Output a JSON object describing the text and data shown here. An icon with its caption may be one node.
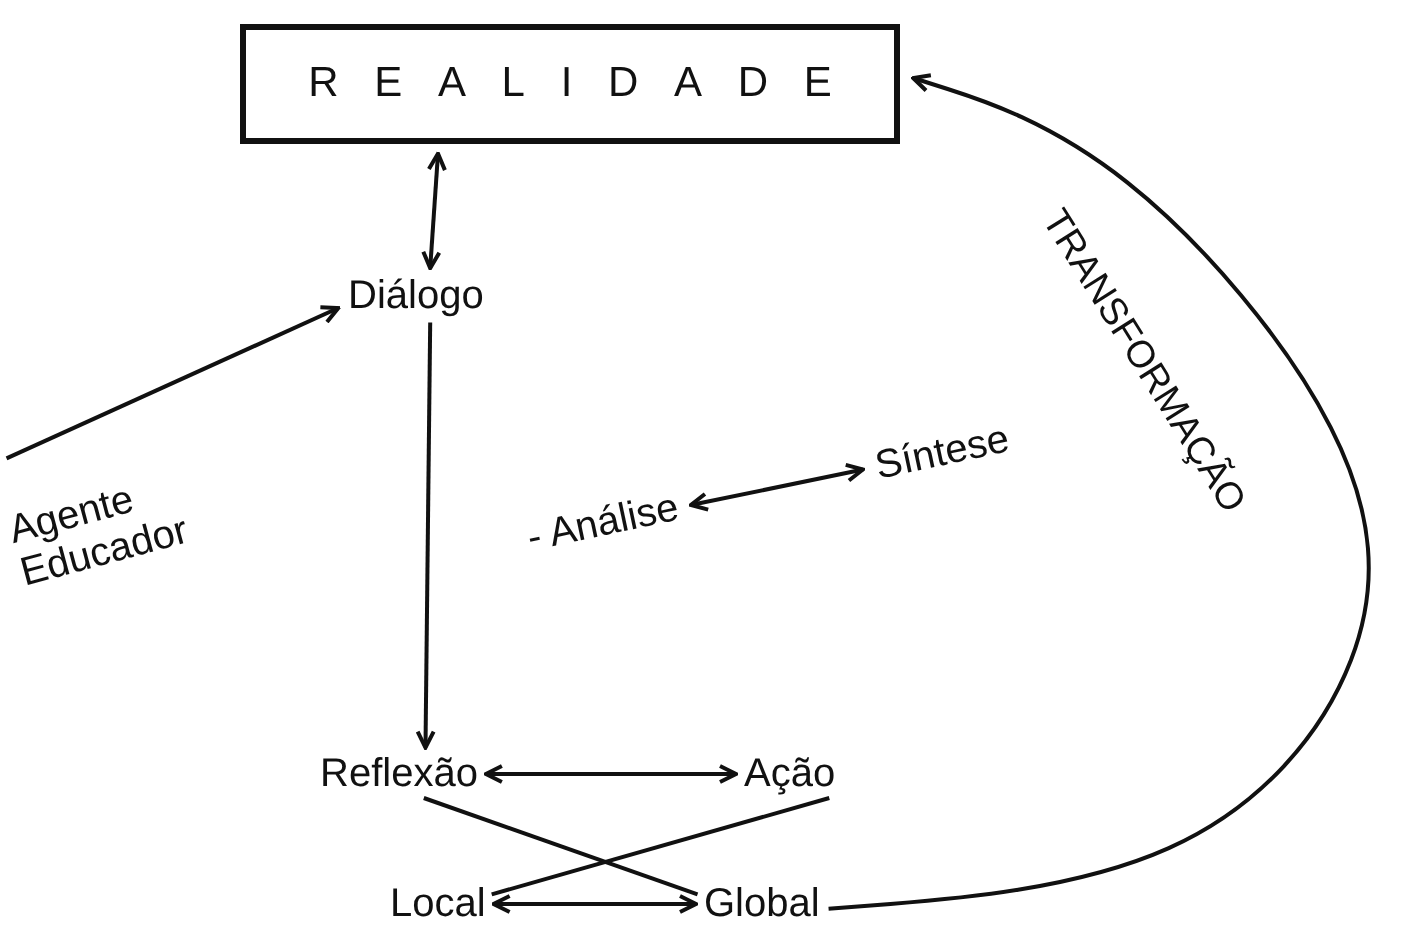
{
  "diagram": {
    "nodes": [
      {
        "text": [
          "REALIDADE"
        ]
      },
      {
        "text": [
          "Diálogo"
        ]
      },
      {
        "text": [
          "Agente Educador"
        ]
      },
      {
        "text": [
          "- Análise"
        ]
      },
      {
        "text": [
          "Síntese"
        ]
      },
      {
        "text": [
          "Reflexão"
        ]
      },
      {
        "text": [
          "Ação"
        ]
      },
      {
        "text": [
          "Local"
        ]
      },
      {
        "text": [
          "Global"
        ]
      }
    ],
    "edges": [
      {
        "from": 0,
        "to": 1,
        "arrow": "both"
      },
      {
        "from": 2,
        "to": 1,
        "arrow": "to"
      },
      {
        "from": 1,
        "to": 5,
        "arrow": "to"
      },
      {
        "from": 3,
        "to": 4,
        "arrow": "both"
      },
      {
        "from": 5,
        "to": 6,
        "arrow": "both"
      },
      {
        "from": 5,
        "to": 8,
        "arrow": "none"
      },
      {
        "from": 6,
        "to": 7,
        "arrow": "none"
      },
      {
        "from": 7,
        "to": 8,
        "arrow": "both"
      },
      {
        "from": 8,
        "to": 0,
        "arrow": "to",
        "label": "TRANSFORMAÇÃO"
      }
    ]
  }
}
